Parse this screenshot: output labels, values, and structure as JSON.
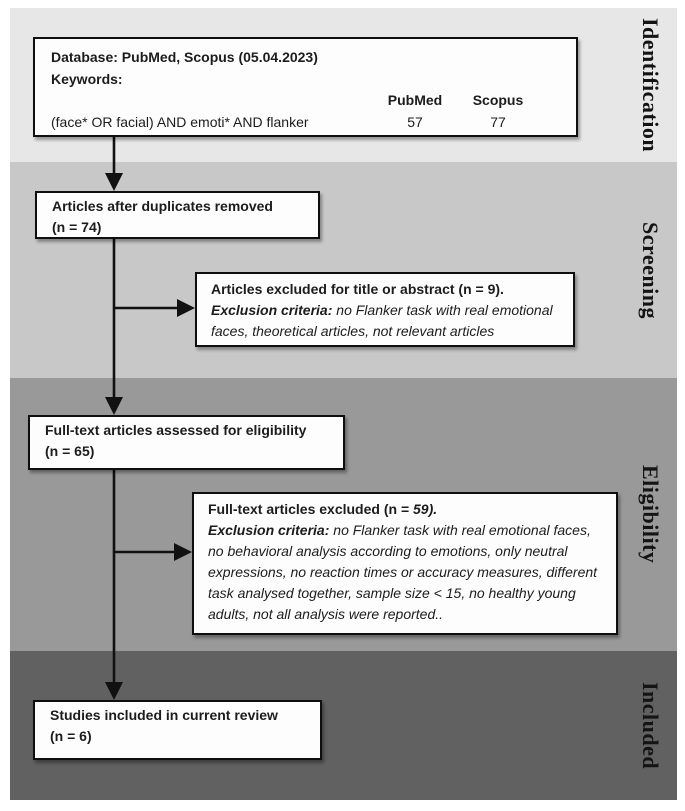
{
  "stages": [
    {
      "label": "Identification",
      "band_color": "#e8e7e7"
    },
    {
      "label": "Screening",
      "band_color": "#c9c8c8"
    },
    {
      "label": "Eligibility",
      "band_color": "#9a9999"
    },
    {
      "label": "Included",
      "band_color": "#616161"
    }
  ],
  "boxes": {
    "search": {
      "database_line": "Database: PubMed, Scopus (05.04.2023)",
      "keywords_label": "Keywords:",
      "columns": [
        "PubMed",
        "Scopus"
      ],
      "query": "(face* OR facial) AND emoti* AND flanker",
      "counts": [
        "57",
        "77"
      ]
    },
    "duplicates": {
      "title": "Articles after duplicates removed",
      "n": "(n = 74)"
    },
    "excluded_abstract": {
      "title": "Articles excluded for title or abstract (n = 9).",
      "criteria_label": "Exclusion criteria:",
      "criteria_text": "no Flanker task with real emotional faces, theoretical articles, not relevant articles"
    },
    "fulltext": {
      "title": "Full-text articles assessed for eligibility",
      "n": "(n = 65)"
    },
    "fulltext_excluded": {
      "title_prefix": "Full-text articles excluded (n = ",
      "title_n": "59).",
      "criteria_label": "Exclusion criteria:",
      "criteria_text": "no Flanker task with real emotional faces, no behavioral analysis according to emotions, only neutral expressions, no reaction times or accuracy measures, different task analysed together, sample size < 15, no healthy young adults, not all analysis were reported.."
    },
    "included": {
      "title": "Studies included in current review",
      "n": "(n = 6)"
    }
  },
  "arrow_color": "#111111"
}
